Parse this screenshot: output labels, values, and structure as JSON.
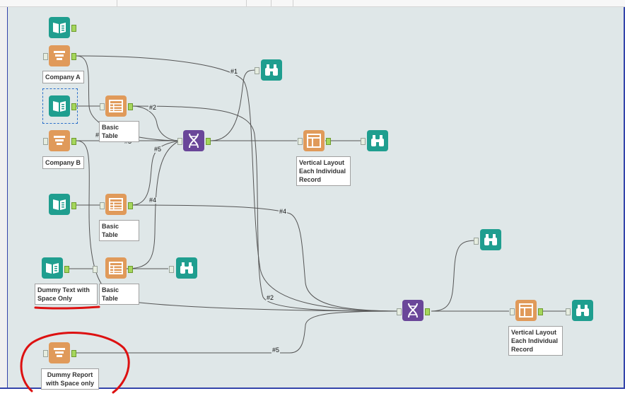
{
  "labels": {
    "company_a": "Company A",
    "company_b": "Company B",
    "basic_table_1": "Basic Table",
    "basic_table_2": "Basic Table",
    "basic_table_3": "Basic Table",
    "vertical_layout_1": "Vertical Layout Each Individual Record",
    "vertical_layout_2": "Vertical Layout Each Individual Record",
    "dummy_text": "Dummy Text with Space Only",
    "dummy_report": "Dummy Report with Space only"
  },
  "wire_labels": {
    "w1a": "#1",
    "w1b": "#1",
    "w2a": "#2",
    "w2b": "#2",
    "w3a": "#3",
    "w3b": "#3",
    "w4a": "#4",
    "w4b": "#4",
    "w5a": "#5",
    "w5b": "#5"
  },
  "icons": {
    "text_input": "book-icon",
    "report_text": "stack-icon",
    "table": "table-icon",
    "union": "dna-icon",
    "layout": "layout-icon",
    "browse": "binoculars-icon"
  },
  "colors": {
    "canvas": "#dfe7e8",
    "teal": "#1f9e8f",
    "orange": "#e09a5a",
    "purple": "#6a4699",
    "annotation": "#dd1111"
  }
}
